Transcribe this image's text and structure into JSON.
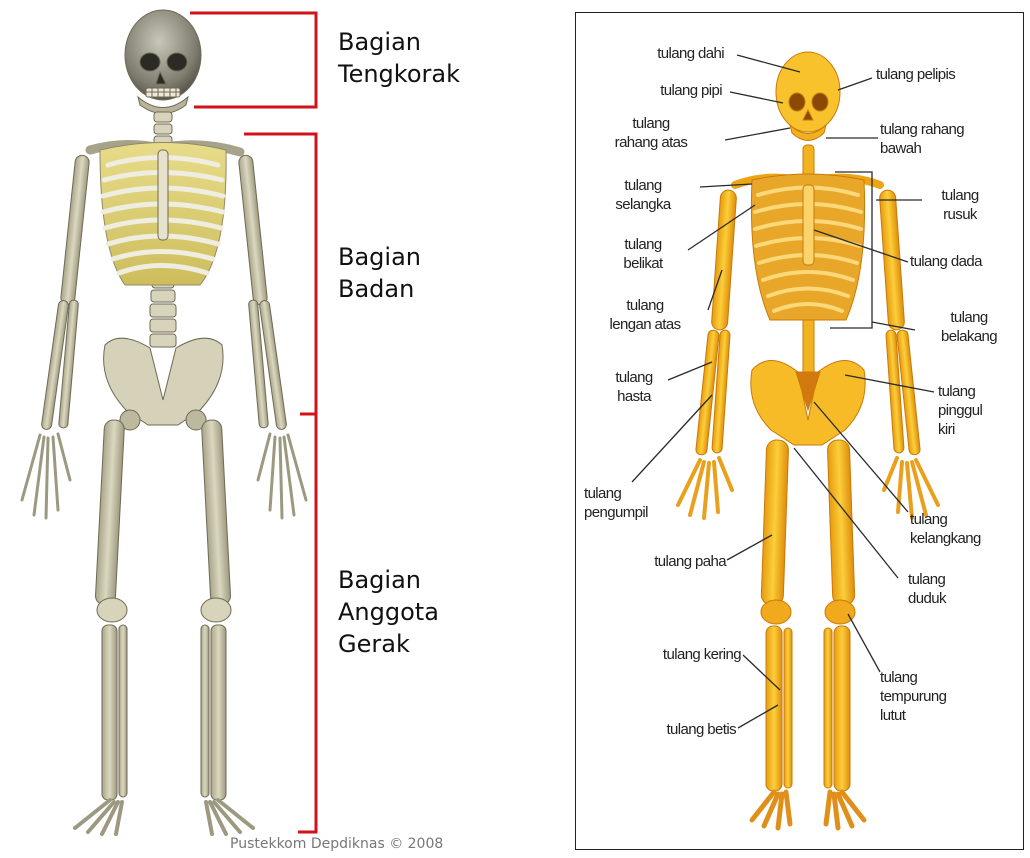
{
  "regions": {
    "skull": {
      "line1": "Bagian",
      "line2": "Tengkorak"
    },
    "trunk": {
      "line1": "Bagian",
      "line2": "Badan"
    },
    "limbs": {
      "line1": "Bagian",
      "line2": "Anggota",
      "line3": "Gerak"
    }
  },
  "credit": "Pustekkom Depdiknas © 2008",
  "colors": {
    "bracket": "#d0121b",
    "bone_real": "#cfcbb0",
    "bone_diagram": "#f4b41a"
  },
  "bones": {
    "dahi": "tulang dahi",
    "pipi": "tulang pipi",
    "rahang_atas": {
      "line1": "tulang",
      "line2": "rahang atas"
    },
    "selangka": {
      "line1": "tulang",
      "line2": "selangka"
    },
    "belikat": {
      "line1": "tulang",
      "line2": "belikat"
    },
    "lengan_atas": {
      "line1": "tulang",
      "line2": "lengan atas"
    },
    "hasta": {
      "line1": "tulang",
      "line2": "hasta"
    },
    "pengumpil": {
      "line1": "tulang",
      "line2": "pengumpil"
    },
    "paha": "tulang paha",
    "kering": "tulang kering",
    "betis": "tulang betis",
    "pelipis": "tulang pelipis",
    "rahang_bawah": {
      "line1": "tulang rahang",
      "line2": "bawah"
    },
    "rusuk": {
      "line1": "tulang",
      "line2": "rusuk"
    },
    "dada": "tulang dada",
    "belakang": {
      "line1": "tulang",
      "line2": "belakang"
    },
    "pinggul": {
      "line1": "tulang",
      "line2": "pinggul",
      "line3": "kiri"
    },
    "kelangkang": {
      "line1": "tulang",
      "line2": "kelangkang"
    },
    "duduk": {
      "line1": "tulang",
      "line2": "duduk"
    },
    "tempurung": {
      "line1": "tulang",
      "line2": "tempurung",
      "line3": "lutut"
    }
  }
}
